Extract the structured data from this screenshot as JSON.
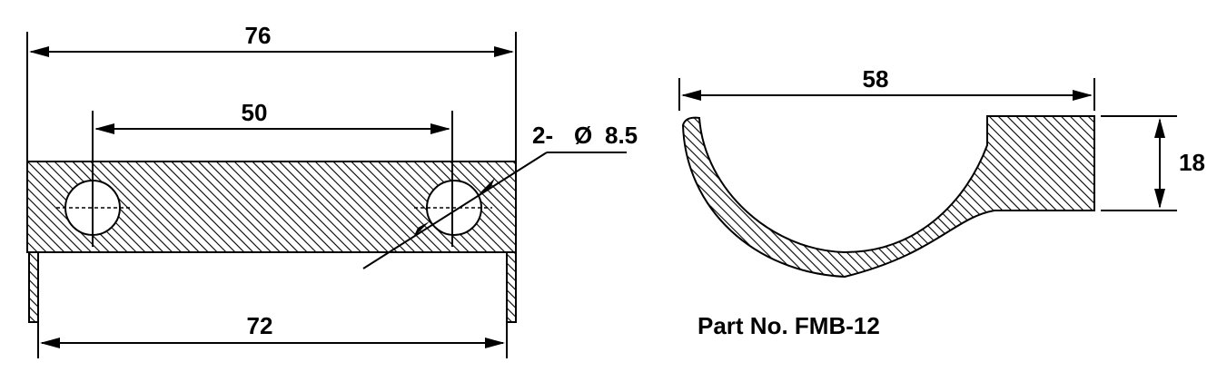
{
  "drawing": {
    "dim_overall_width": "76",
    "dim_hole_spacing": "50",
    "dim_leg_spacing": "72",
    "dim_hole_label_prefix": "2-",
    "dim_hole_symbol": "Ø",
    "dim_hole_diameter": "8.5",
    "dim_side_width": "58",
    "dim_side_height": "18",
    "part_number": "Part No. FMB-12"
  }
}
